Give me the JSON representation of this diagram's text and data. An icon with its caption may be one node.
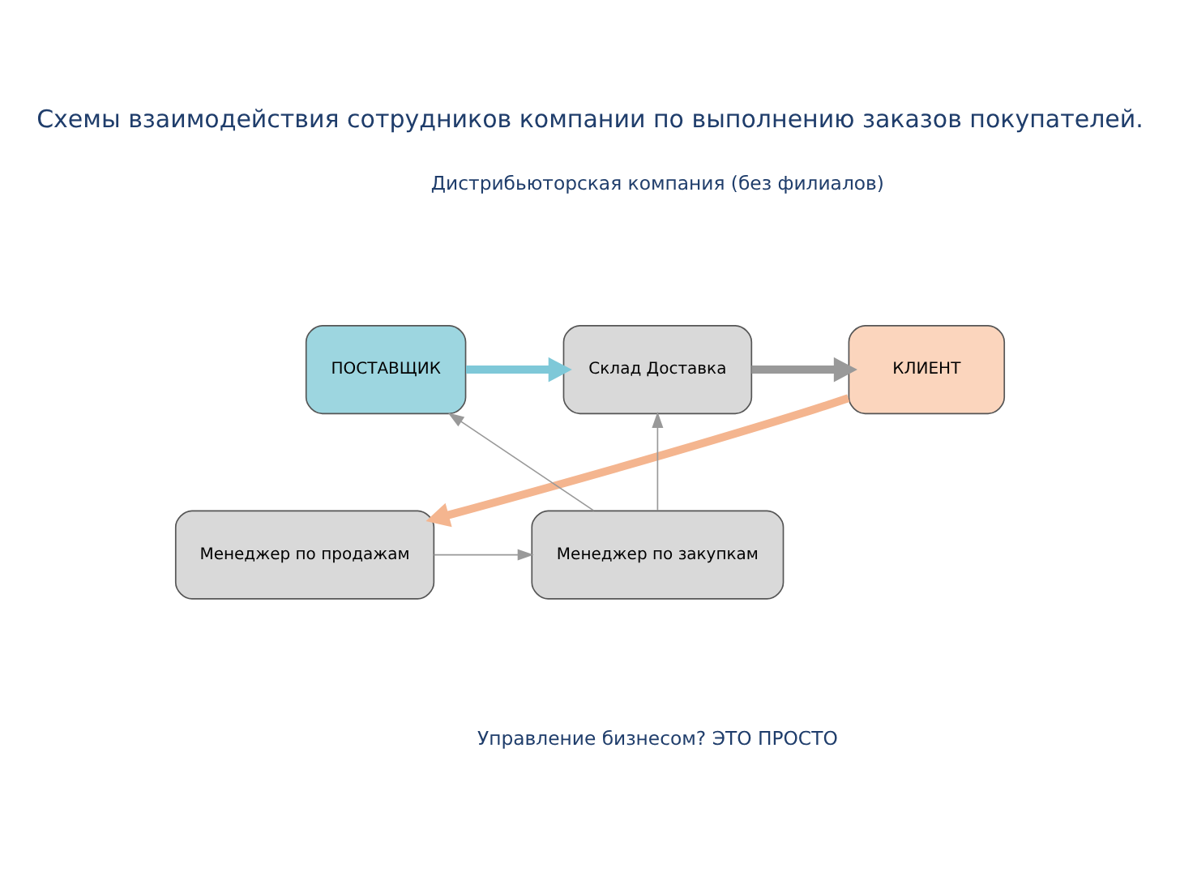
{
  "diagram": {
    "title": "Схемы взаимодействия сотрудников компании по выполнению заказов покупателей.",
    "nodes": [
      {
        "text": [
          "КЛИЕНТ"
        ]
      },
      {
        "text": [
          "Склад Доставка"
        ]
      },
      {
        "text": [
          "ПОСТАВЩИК"
        ]
      },
      {
        "text": [
          "Менеджер по продажам"
        ]
      },
      {
        "text": [
          "Менеджер по закупкам"
        ]
      }
    ],
    "edges": [
      {
        "from": 1,
        "to": 0,
        "arrow": "to",
        "style": "thick"
      },
      {
        "from": 2,
        "to": 1,
        "arrow": "to",
        "style": "thick",
        "color": "#7ec8d8"
      },
      {
        "from": 0,
        "to": 3,
        "arrow": "to",
        "style": "thick",
        "color": "#f4b58f"
      },
      {
        "from": 3,
        "to": 4,
        "arrow": "to"
      },
      {
        "from": 4,
        "to": 1,
        "arrow": "to"
      },
      {
        "from": 4,
        "to": 2,
        "arrow": "to"
      }
    ],
    "labels": [
      "Дистрибьюторская компания (без филиалов)",
      "Управление бизнесом? ЭТО ПРОСТО"
    ]
  }
}
